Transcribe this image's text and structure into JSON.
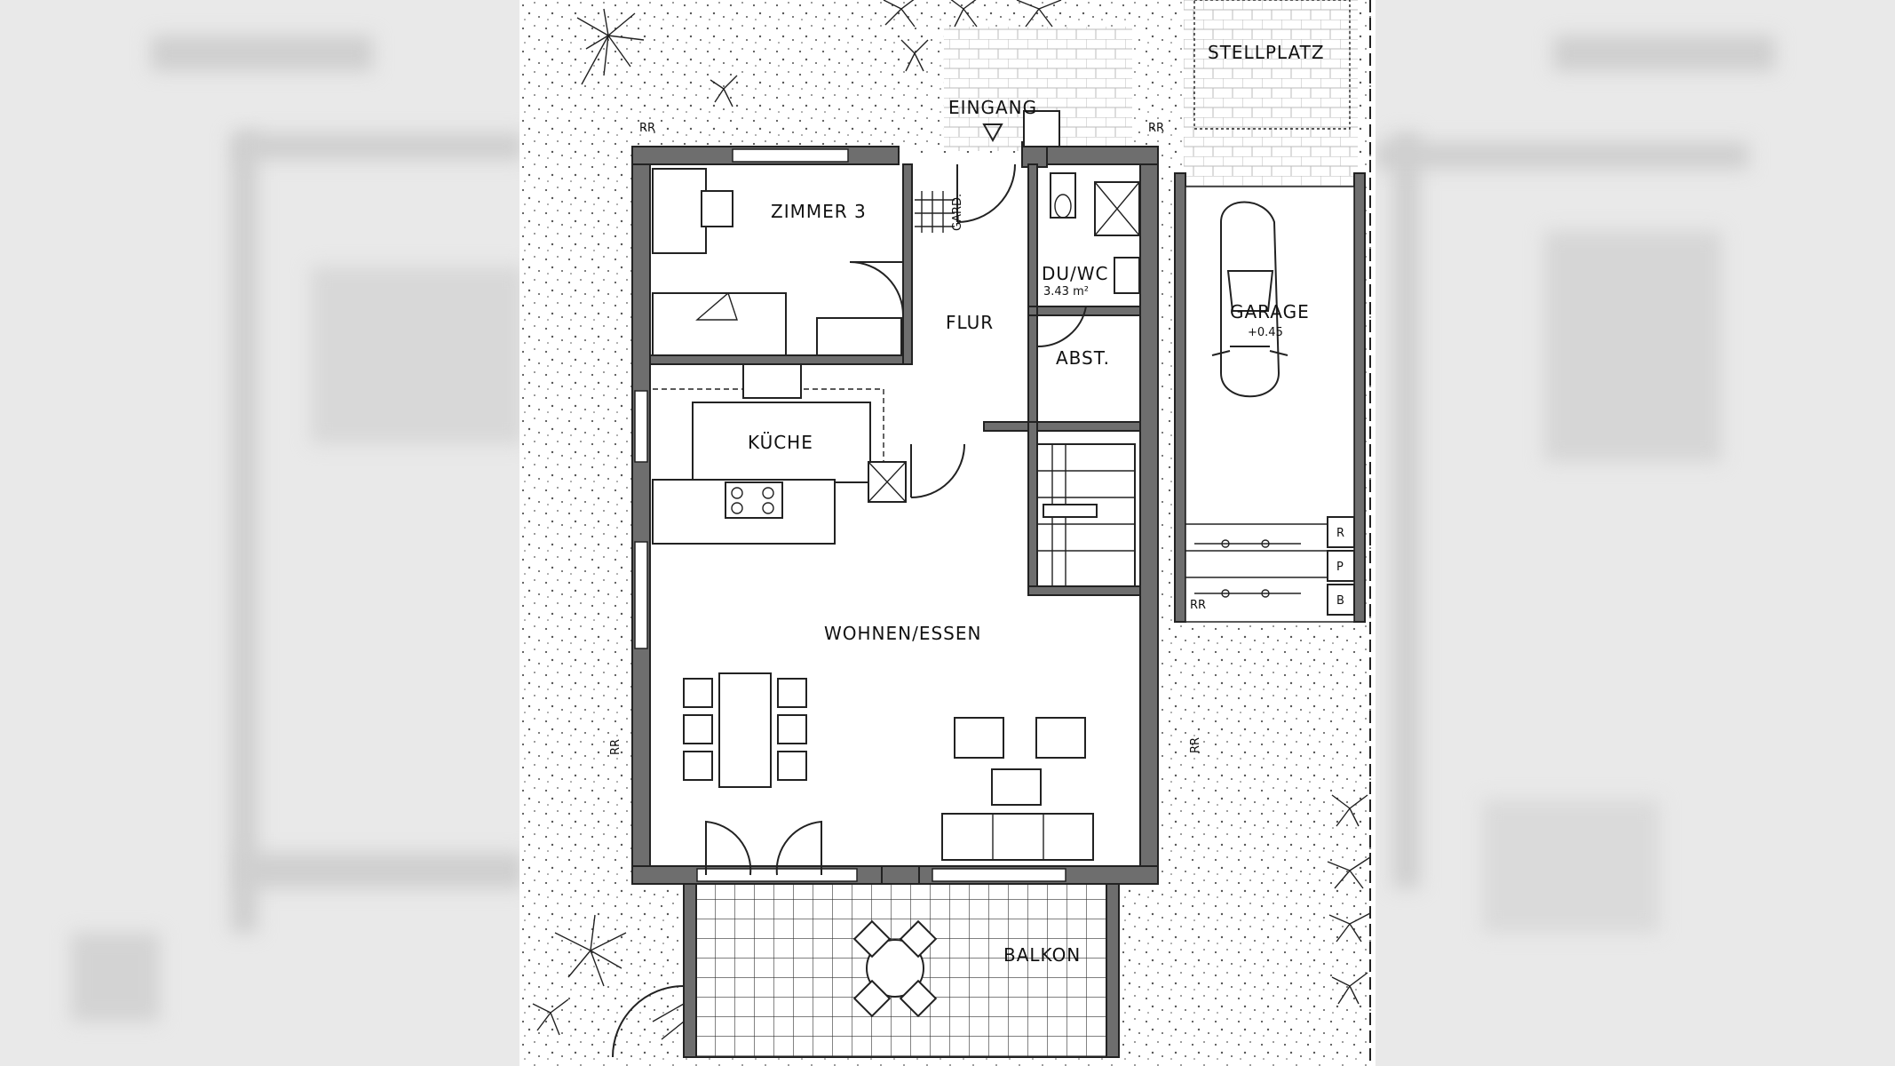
{
  "labels": {
    "stellplatz": "STELLPLATZ",
    "eingang": "EINGANG",
    "zimmer3": "ZIMMER 3",
    "gard": "GARD.",
    "duwc": "DU/WC",
    "duwc_area": "3.43 m²",
    "flur": "FLUR",
    "abst": "ABST.",
    "garage": "GARAGE",
    "garage_level": "+0.45",
    "kueche": "KÜCHE",
    "wohnen": "WOHNEN/ESSEN",
    "balkon": "BALKON",
    "rr": "RR",
    "bin1": "R",
    "bin2": "P",
    "bin3": "B"
  },
  "colors": {
    "wall": "#6e6e6e",
    "line": "#222222",
    "paper": "#ffffff",
    "background_blur": "#e9e9e9"
  }
}
